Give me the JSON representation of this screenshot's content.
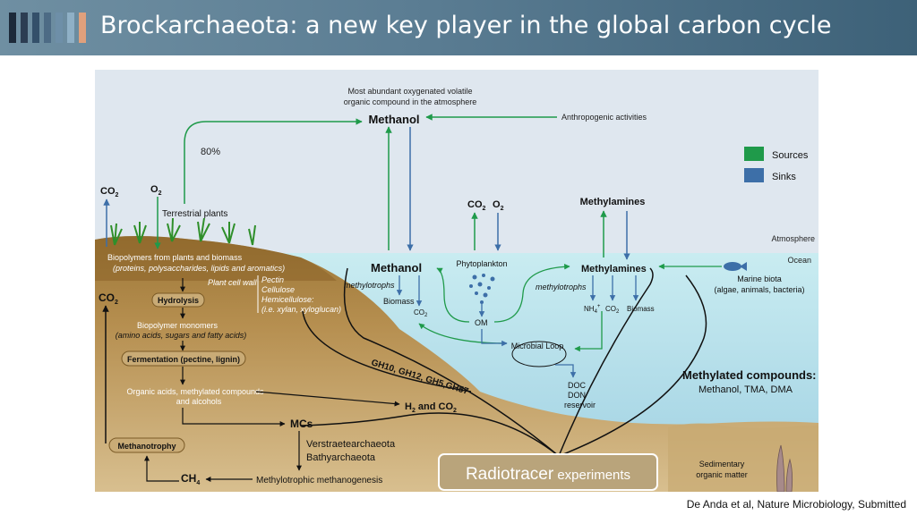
{
  "header": {
    "title": "Brockarchaeota: a new key player in the global carbon cycle",
    "stripe_colors": [
      "#1d2a3a",
      "#2c3d52",
      "#34506a",
      "#4d6b85",
      "#6e8fa8",
      "#8fb0c6",
      "#e0a07c"
    ]
  },
  "colors": {
    "sources": "#1f9a4a",
    "sinks": "#3d6fa8",
    "sky": "#dfe7ef",
    "ocean": "#bfe4ee",
    "soil": "#b7904e"
  },
  "legend": {
    "sources": "Sources",
    "sinks": "Sinks"
  },
  "labels": {
    "atm_desc_line1": "Most abundant oxygenated volatile",
    "atm_desc_line2": "organic compound in the atmosphere",
    "methanol_top": "Methanol",
    "anthropogenic": "Anthropogenic activities",
    "pct80": "80%",
    "co2_left": "CO",
    "o2_left": "O",
    "sub2": "2",
    "terrestrial": "Terrestrial plants",
    "co2_mid": "CO",
    "o2_mid": "O",
    "methylamines_top": "Methylamines",
    "atmosphere": "Atmosphere",
    "ocean": "Ocean",
    "biopolymers_line1": "Biopolymers from plants  and biomass",
    "biopolymers_line2": "(proteins, polysaccharides, lipids and aromatics)",
    "plant_cell_wall": "Plant cell wall",
    "pectin": "Pectin",
    "cellulose": "Cellulose",
    "hemicellulose": "Hemicellulose:",
    "xylan": "(i.e. xylan, xyloglucan)",
    "co2_soil": "CO",
    "hydrolysis": "Hydrolysis",
    "monomers_line1": "Biopolymer monomers",
    "monomers_line2": "(amino acids, sugars and fatty acids)",
    "fermentation": "Fermentation (pectine, lignin)",
    "organic_acids_line1": "Organic acids, methylated compounds",
    "organic_acids_line2": "and alcohols",
    "h2_co2": "H",
    "h2_and": " and CO",
    "mcs": "MCs",
    "methanotrophy": "Methanotrophy",
    "ch4": "CH",
    "sub4": "4",
    "verstrae": "Verstraetearchaeota",
    "bathy": "Bathyarchaeota",
    "methylotrophic": "Methylotrophic methanogenesis",
    "gh": "GH10, GH12, GH5,GH57",
    "methanol_ocean": "Methanol",
    "methylotrophs1": "methylotrophs",
    "biomass1": "Biomass",
    "co2_ocean": "CO",
    "phytoplankton": "Phytoplankton",
    "om": "OM",
    "methylamines_ocean": "Methylamines",
    "methylotrophs2": "methylotrophs",
    "nh4": "NH",
    "nh4_sub": "4",
    "nh4_sup": "+",
    "co2_ocean2": "CO",
    "biomass2": "Biomass",
    "marine_biota_line1": "Marine biota",
    "marine_biota_line2": "(algae, animals, bacteria)",
    "microbial_loop": "Microbial Loop",
    "doc": "DOC",
    "don": "DON",
    "reservoir": "reservoir",
    "methylated_title": "Methylated compounds:",
    "methylated_list": "Methanol, TMA, DMA",
    "radiotracer": "Radiotracer",
    "experiments": " experiments",
    "sedimentary_line1": "Sedimentary",
    "sedimentary_line2": "organic matter"
  },
  "footer": {
    "credit": "De Anda et al, Nature Microbiology, Submitted"
  }
}
